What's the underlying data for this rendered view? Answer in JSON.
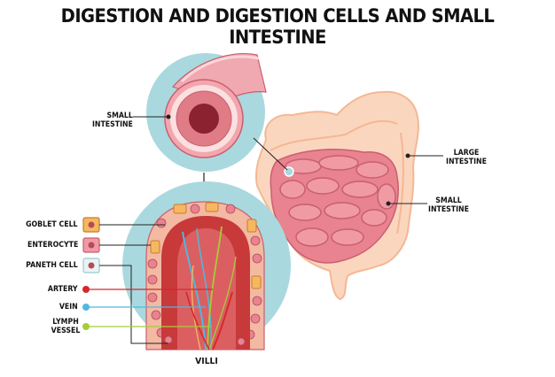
{
  "title": "DIGESTION AND DIGESTION CELLS AND SMALL INTESTINE",
  "labels": {
    "small_intestine_top": [
      "SMALL",
      "INTESTINE"
    ],
    "large_intestine": [
      "LARGE",
      "INTESTINE"
    ],
    "small_intestine_right": [
      "SMALL",
      "INTESTINE"
    ],
    "goblet_cell": "GOBLET CELL",
    "enterocyte": "ENTEROCYTE",
    "paneth_cell": "PANETH CELL",
    "artery": "ARTERY",
    "vein": "VEIN",
    "lymph_vessel": [
      "LYMPH",
      "VESSEL"
    ],
    "villi": "VILLI"
  },
  "colors": {
    "circle_bg": "#a9d9de",
    "intestine_pink": "#e8838f",
    "colon_peach": "#fbd6bf",
    "artery": "#d7272b",
    "vein": "#4fb8e0",
    "lymph": "#a5cd39",
    "goblet": "#f5b860",
    "villus_red": "#c8393a"
  }
}
